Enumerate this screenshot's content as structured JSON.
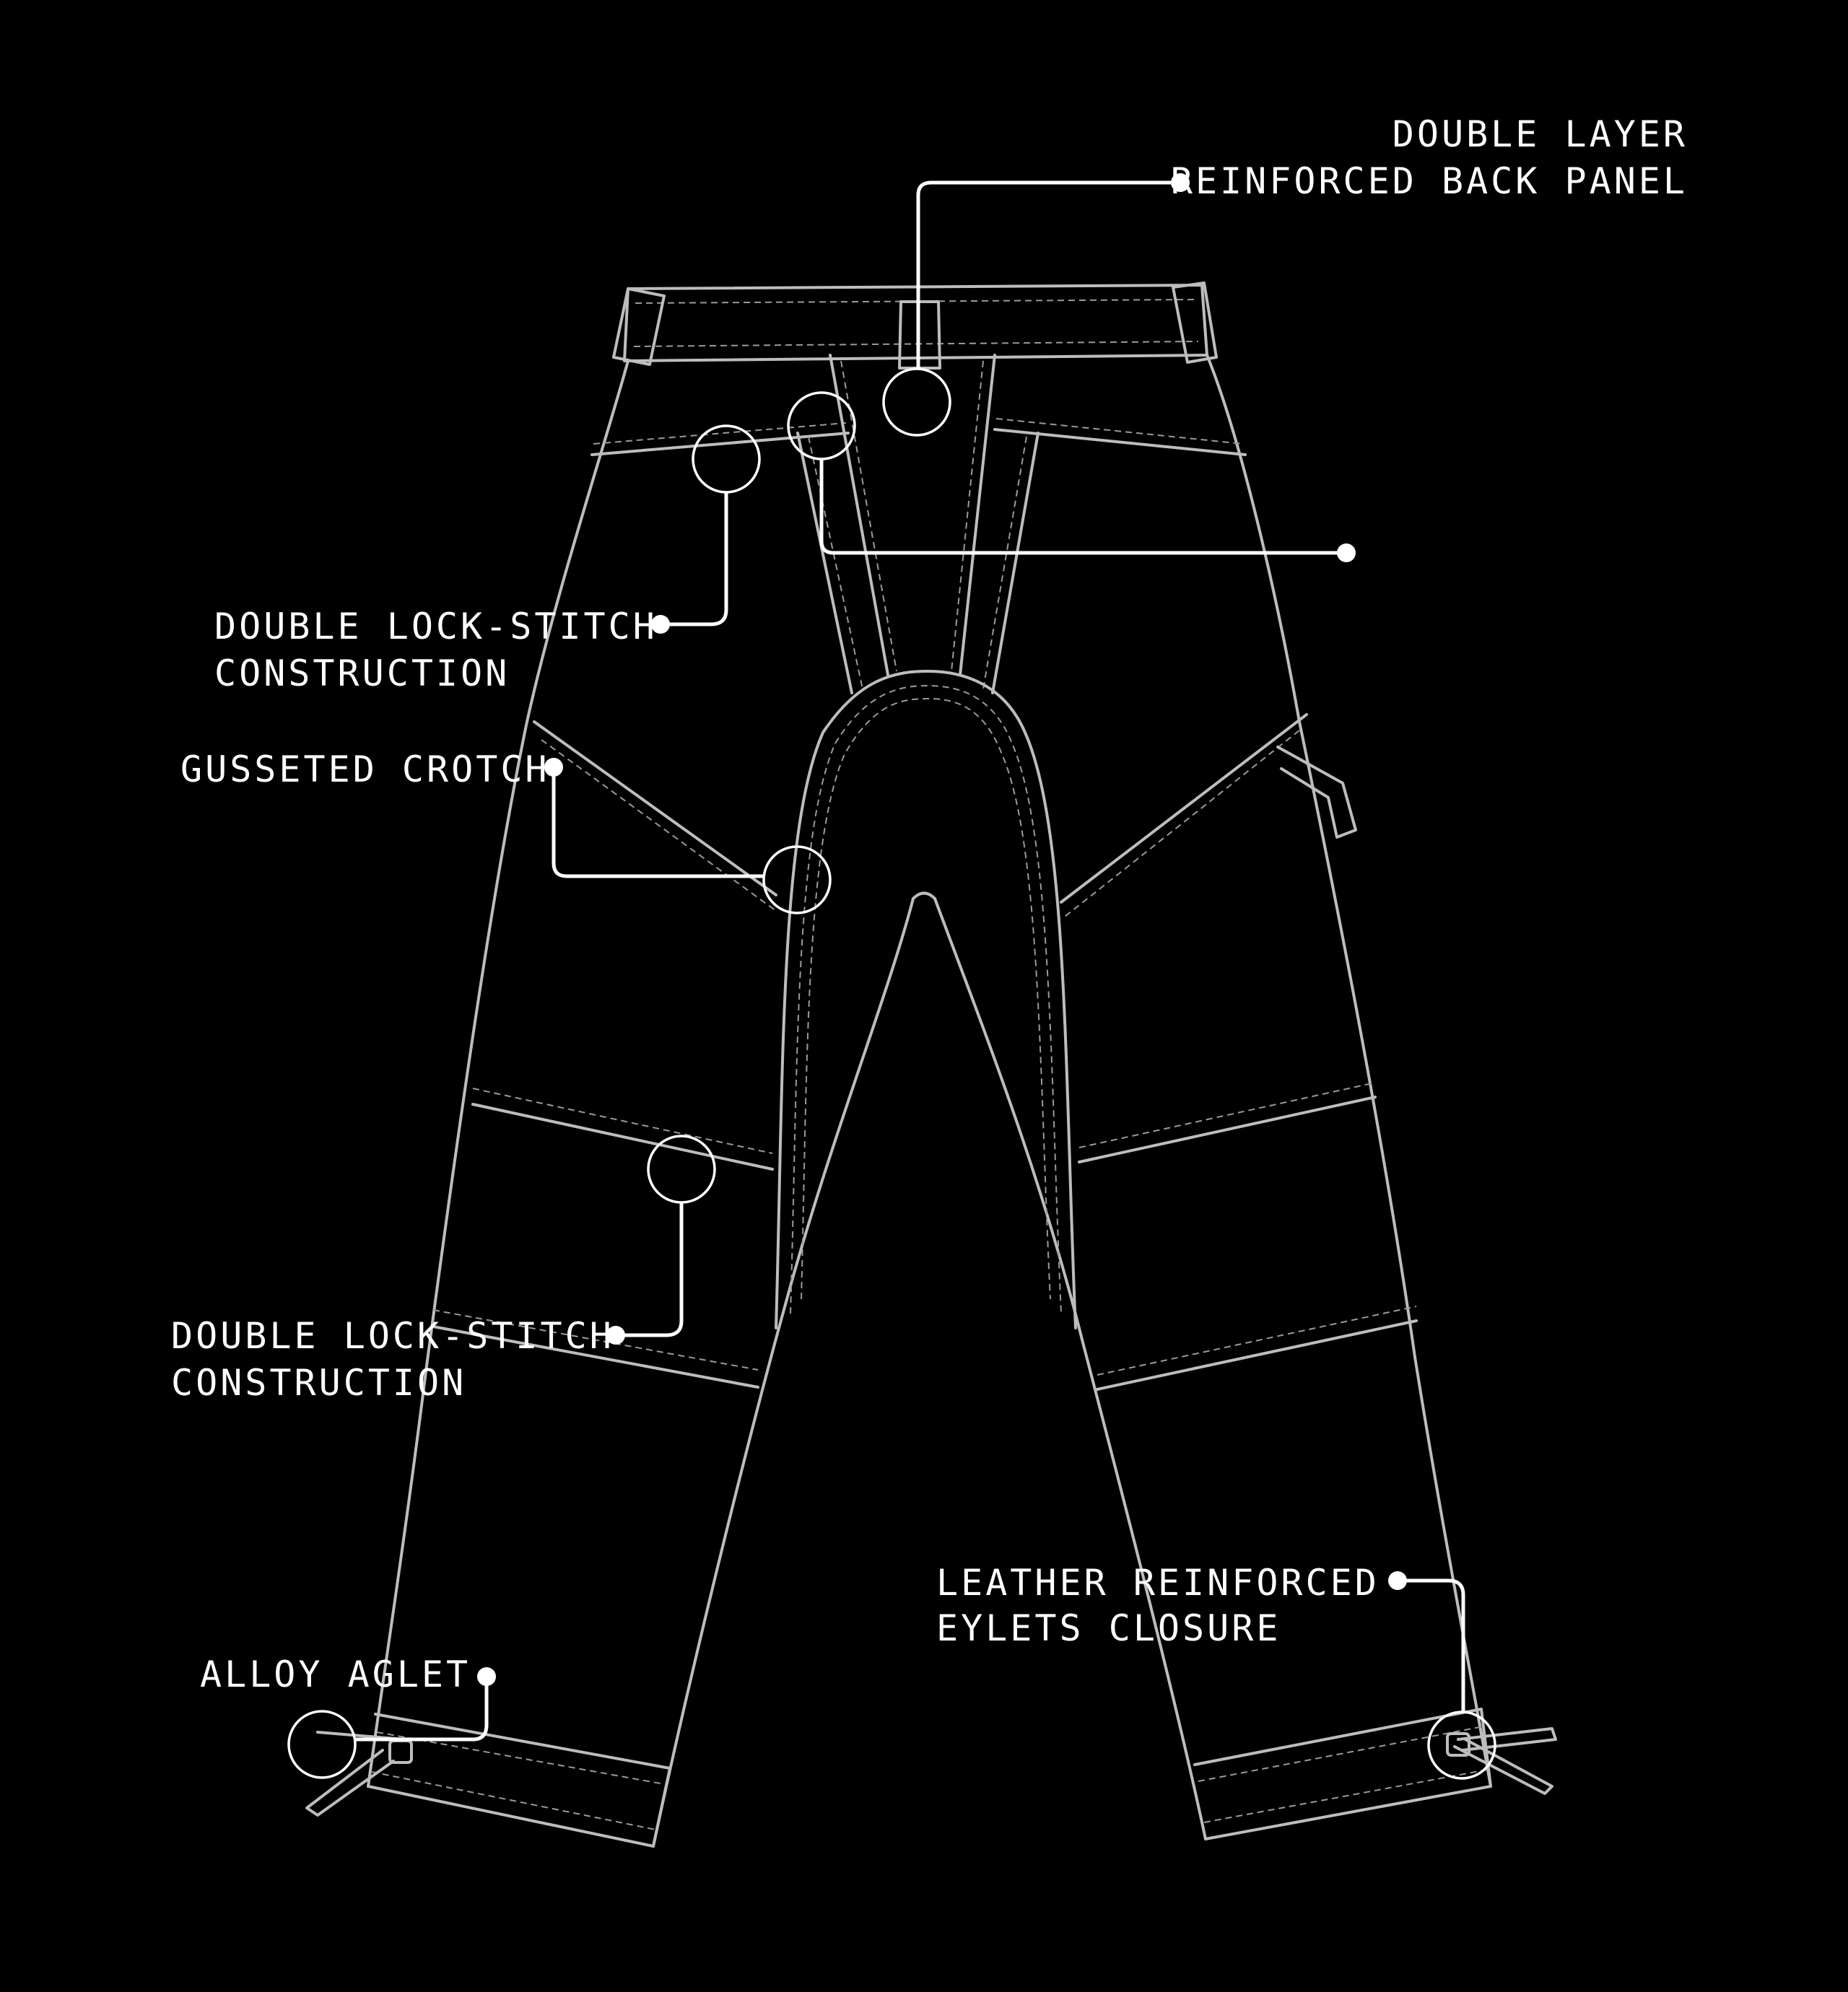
{
  "colors": {
    "background": "#000000",
    "outline": "#bdbdbd",
    "callout": "#ffffff"
  },
  "callouts": {
    "back_panel": {
      "line1": "DOUBLE LAYER",
      "line2": "REINFORCED BACK PANEL"
    },
    "lockstitch_upper": {
      "line1": "DOUBLE LOCK-STITCH",
      "line2": "CONSTRUCTION"
    },
    "crotch": {
      "line1": "GUSSETED CROTCH"
    },
    "lockstitch_lower": {
      "line1": "DOUBLE LOCK-STITCH",
      "line2": "CONSTRUCTION"
    },
    "eyelets": {
      "line1": "LEATHER REINFORCED",
      "line2": "EYLETS CLOSURE"
    },
    "aglet": {
      "line1": "ALLOY AGLET"
    }
  }
}
